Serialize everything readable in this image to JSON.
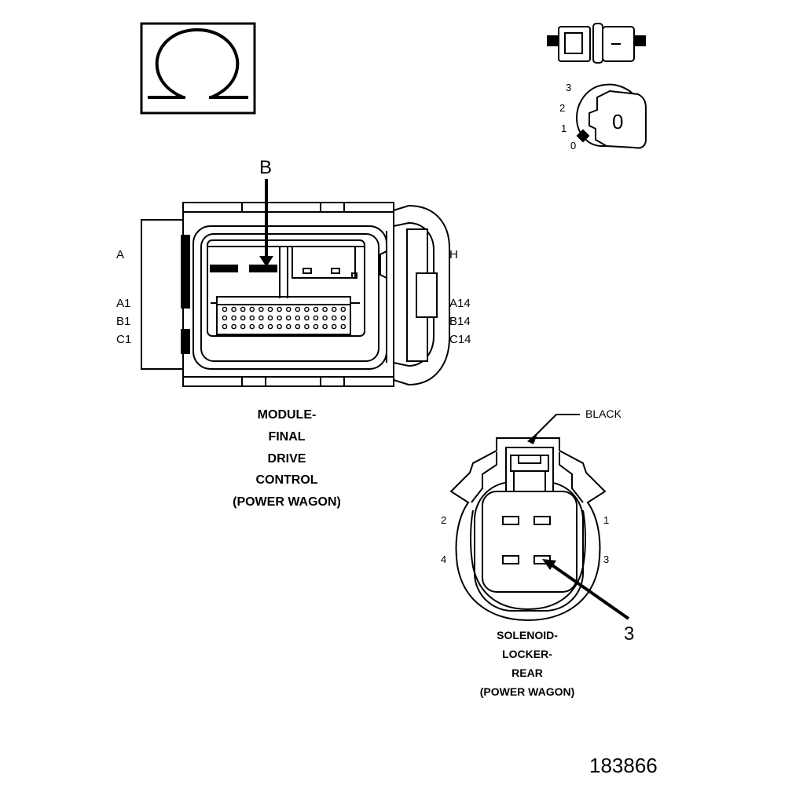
{
  "ohm_icon": {
    "symbol": "Ω"
  },
  "key_icon": {
    "ticks": [
      "3",
      "2",
      "1",
      "0"
    ],
    "key_value": "0"
  },
  "module_connector": {
    "callout": "B",
    "pin_labels_left": [
      "A",
      "A1",
      "B1",
      "C1"
    ],
    "pin_labels_right": [
      "H",
      "A14",
      "B14",
      "C14"
    ],
    "title_lines": [
      "MODULE-",
      "FINAL",
      "DRIVE",
      "CONTROL",
      "(POWER WAGON)"
    ]
  },
  "solenoid_connector": {
    "color_callout": "BLACK",
    "pin_labels": [
      "2",
      "1",
      "4",
      "3"
    ],
    "callout": "3",
    "title_lines": [
      "SOLENOID-",
      "LOCKER-",
      "REAR",
      "(POWER WAGON)"
    ]
  },
  "figure_number": "183866"
}
